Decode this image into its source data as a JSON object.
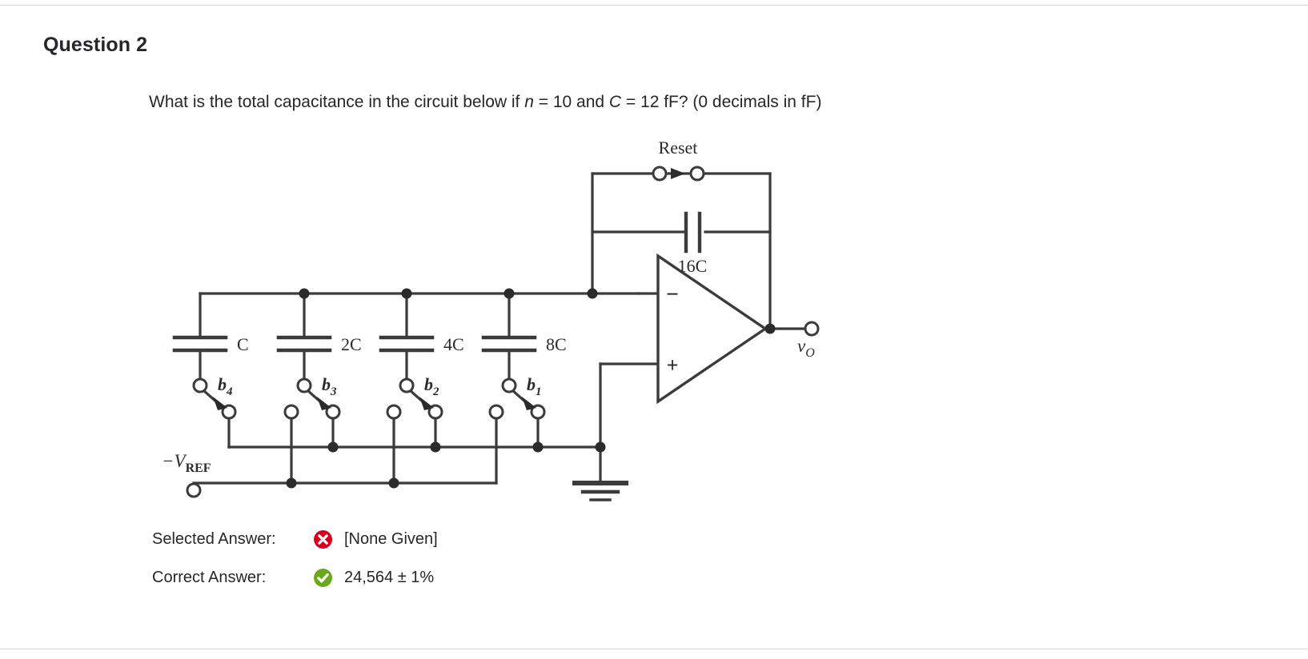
{
  "question": {
    "title": "Question 2",
    "prompt_parts": [
      {
        "text": "What is the total capacitance in the circuit below if ",
        "italic": false
      },
      {
        "text": "n",
        "italic": true
      },
      {
        "text": " = 10 and ",
        "italic": false
      },
      {
        "text": "C",
        "italic": true
      },
      {
        "text": " = 12 fF? (0 decimals in fF)",
        "italic": false
      }
    ],
    "prompt_plain": "What is the total capacitance in the circuit below if n = 10 and C = 12 fF? (0 decimals in fF)"
  },
  "figure": {
    "type": "circuit-diagram",
    "description": "Binary-weighted switched-capacitor charge-redistribution DAC driving an op-amp integrator",
    "reset_label": "Reset",
    "feedback_cap_label": "16C",
    "output_label": "vO",
    "output_label_main": "v",
    "output_label_sub": "O",
    "reference_label_main": "−V",
    "reference_label_sub": "REF",
    "opamp": {
      "minus": "−",
      "plus": "+"
    },
    "capacitors": [
      {
        "label": "C",
        "switch_main": "b",
        "switch_sub": "4"
      },
      {
        "label": "2C",
        "switch_main": "b",
        "switch_sub": "3"
      },
      {
        "label": "4C",
        "switch_main": "b",
        "switch_sub": "2"
      },
      {
        "label": "8C",
        "switch_main": "b",
        "switch_sub": "1"
      }
    ],
    "line_color": "#3b3b3b",
    "text_color": "#2b2b2b"
  },
  "answers": {
    "rows": [
      {
        "label": "Selected Answer:",
        "icon": "incorrect-x-icon",
        "status": "incorrect",
        "value": "[None Given]",
        "color": "#d6001c"
      },
      {
        "label": "Correct Answer:",
        "icon": "correct-check-icon",
        "status": "correct",
        "value": "24,564 ± 1%",
        "color": "#6aa81e"
      }
    ]
  }
}
